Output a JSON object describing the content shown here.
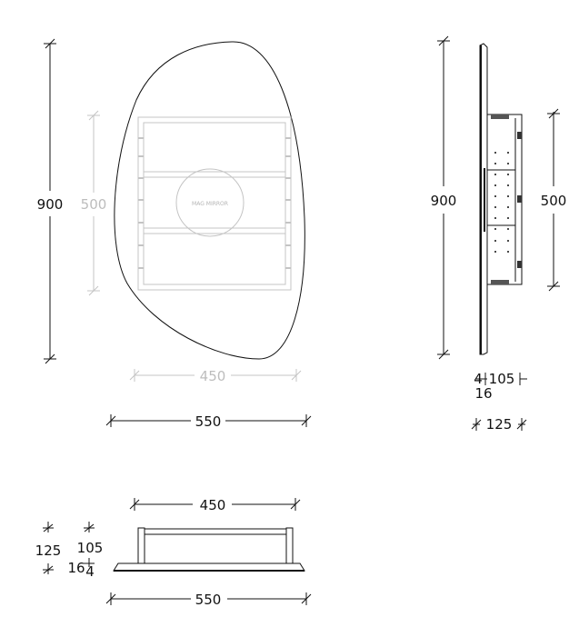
{
  "front_view": {
    "height_label": "900",
    "frame_height_label": "500",
    "frame_width_label": "450",
    "width_label": "550",
    "circle_label": "MAG MIRROR"
  },
  "side_view": {
    "height_label": "900",
    "frame_height_label": "500",
    "mirror_thickness_label": "4",
    "frame_depth_label": "105",
    "panel_label": "16",
    "total_depth_label": "125"
  },
  "top_view": {
    "frame_width_label": "450",
    "width_label": "550",
    "total_depth_label": "125",
    "frame_depth_label": "105",
    "panel_label": "16",
    "mirror_thickness_label": "4"
  },
  "colors": {
    "line": "#111111",
    "hidden": "#c4c4c4"
  }
}
